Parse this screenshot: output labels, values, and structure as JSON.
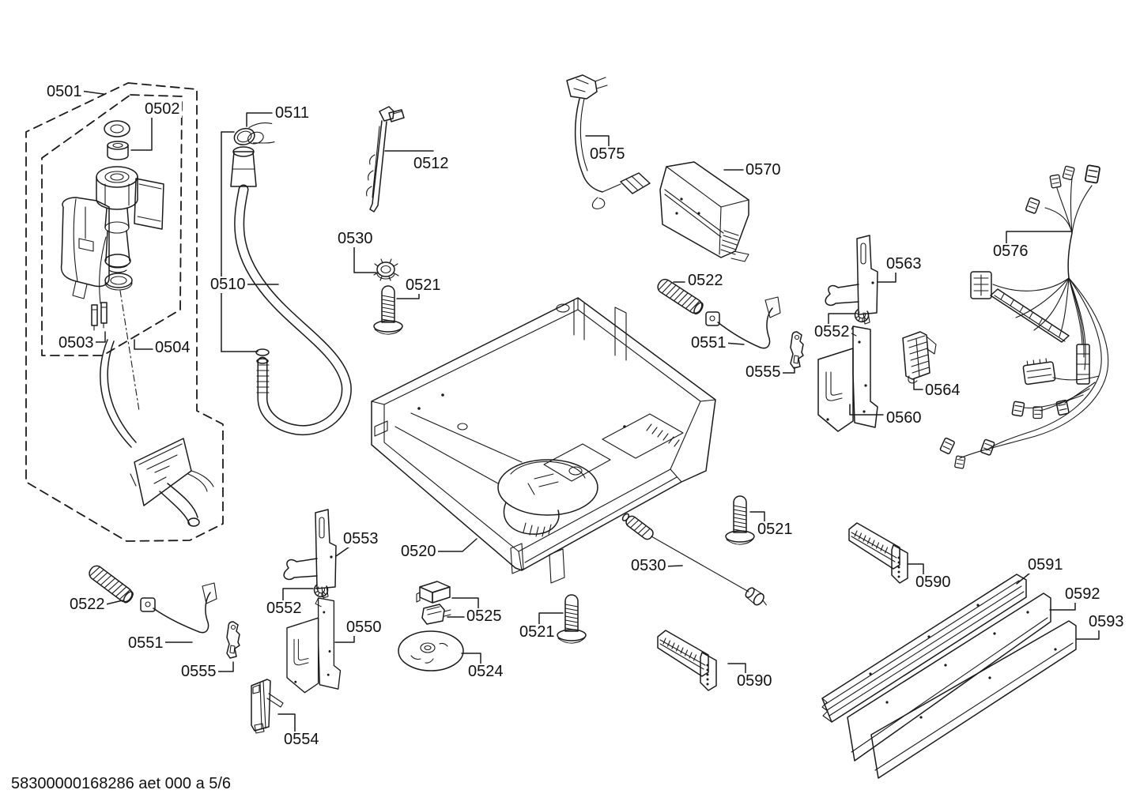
{
  "page": {
    "background": "#ffffff",
    "line_color": "#1a1a1a",
    "footer": "58300000168286 aet 000 a 5/6"
  },
  "callouts": [
    {
      "id": "callout-0501",
      "text": "0501"
    },
    {
      "id": "callout-0502",
      "text": "0502"
    },
    {
      "id": "callout-0511",
      "text": "0511"
    },
    {
      "id": "callout-0512",
      "text": "0512"
    },
    {
      "id": "callout-0575",
      "text": "0575"
    },
    {
      "id": "callout-0570",
      "text": "0570"
    },
    {
      "id": "callout-0530-top",
      "text": "0530"
    },
    {
      "id": "callout-0510",
      "text": "0510"
    },
    {
      "id": "callout-0521-top",
      "text": "0521"
    },
    {
      "id": "callout-0522-right",
      "text": "0522"
    },
    {
      "id": "callout-0563",
      "text": "0563"
    },
    {
      "id": "callout-0551-right",
      "text": "0551"
    },
    {
      "id": "callout-0552-right",
      "text": "0552"
    },
    {
      "id": "callout-0576",
      "text": "0576"
    },
    {
      "id": "callout-0503",
      "text": "0503"
    },
    {
      "id": "callout-0504",
      "text": "0504"
    },
    {
      "id": "callout-0555-right",
      "text": "0555"
    },
    {
      "id": "callout-0564",
      "text": "0564"
    },
    {
      "id": "callout-0560",
      "text": "0560"
    },
    {
      "id": "callout-0553",
      "text": "0553"
    },
    {
      "id": "callout-0520",
      "text": "0520"
    },
    {
      "id": "callout-0521-mid",
      "text": "0521"
    },
    {
      "id": "callout-0530-bottom",
      "text": "0530"
    },
    {
      "id": "callout-0590-right",
      "text": "0590"
    },
    {
      "id": "callout-0591",
      "text": "0591"
    },
    {
      "id": "callout-0552-left",
      "text": "0552"
    },
    {
      "id": "callout-0592",
      "text": "0592"
    },
    {
      "id": "callout-0522-left",
      "text": "0522"
    },
    {
      "id": "callout-0550",
      "text": "0550"
    },
    {
      "id": "callout-0525",
      "text": "0525"
    },
    {
      "id": "callout-0593",
      "text": "0593"
    },
    {
      "id": "callout-0551-left",
      "text": "0551"
    },
    {
      "id": "callout-0521-bottom",
      "text": "0521"
    },
    {
      "id": "callout-0555-left",
      "text": "0555"
    },
    {
      "id": "callout-0524",
      "text": "0524"
    },
    {
      "id": "callout-0590-left",
      "text": "0590"
    },
    {
      "id": "callout-0554",
      "text": "0554"
    }
  ]
}
